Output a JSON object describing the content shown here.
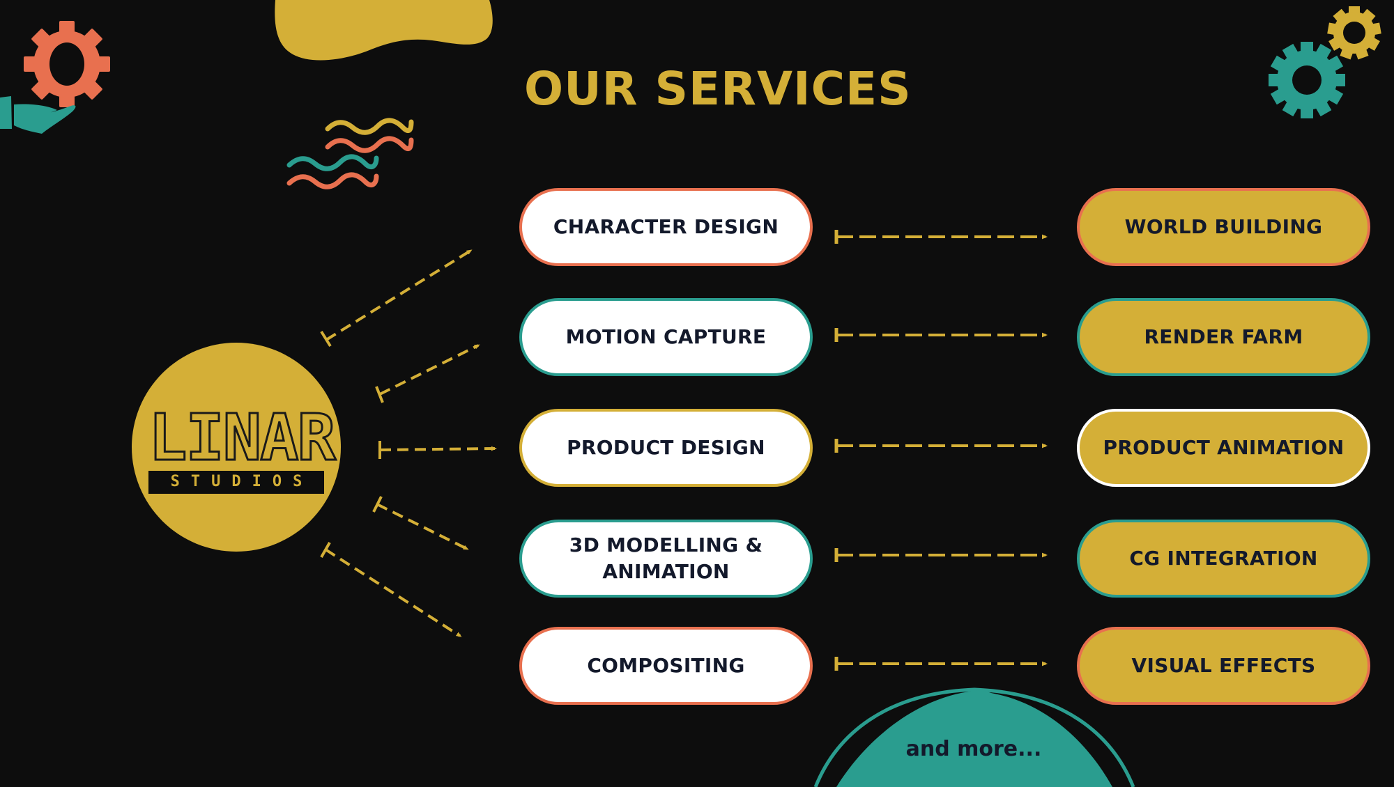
{
  "title": "OUR SERVICES",
  "logo": {
    "word": "LINAR",
    "subtitle": "STUDIOS",
    "background": "#d4af37"
  },
  "colors": {
    "background": "#0d0d0d",
    "gold": "#d4af37",
    "coral": "#e8704f",
    "teal": "#2a9d8f",
    "navy_text": "#13192b",
    "white": "#ffffff"
  },
  "services_left": [
    {
      "label": "CHARACTER DESIGN",
      "border": "#e8704f"
    },
    {
      "label": "MOTION CAPTURE",
      "border": "#2a9d8f"
    },
    {
      "label": "PRODUCT DESIGN",
      "border": "#d4af37"
    },
    {
      "label": "3D MODELLING & ANIMATION",
      "border": "#2a9d8f"
    },
    {
      "label": "COMPOSITING",
      "border": "#e8704f"
    }
  ],
  "services_right": [
    {
      "label": "WORLD BUILDING",
      "border": "#e8704f"
    },
    {
      "label": "RENDER FARM",
      "border": "#2a9d8f"
    },
    {
      "label": "PRODUCT ANIMATION",
      "border": "#ffffff"
    },
    {
      "label": "CG INTEGRATION",
      "border": "#2a9d8f"
    },
    {
      "label": "VISUAL EFFECTS",
      "border": "#e8704f"
    }
  ],
  "footer": {
    "more_label": "and more..."
  },
  "decorations": {
    "top_left": "gear-in-hand-icon",
    "top_right": "two-gears-icon",
    "squiggles": "wavy-lines",
    "blob": "gold-blob"
  }
}
